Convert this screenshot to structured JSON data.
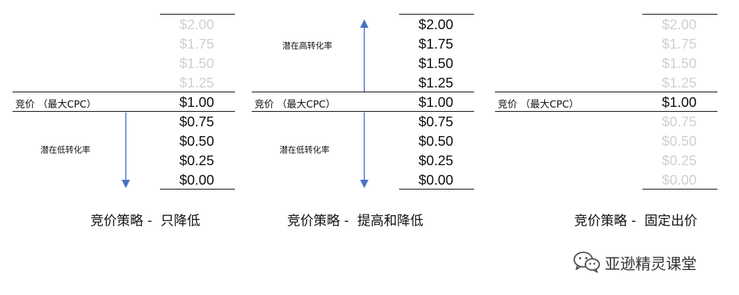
{
  "panels": [
    {
      "bid_label": "竞价 （最大CPC）",
      "prices": [
        {
          "label": "$2.00",
          "dim": true
        },
        {
          "label": "$1.75",
          "dim": true
        },
        {
          "label": "$1.50",
          "dim": true
        },
        {
          "label": "$1.25",
          "dim": true
        },
        {
          "label": "$1.00",
          "dim": false
        },
        {
          "label": "$0.75",
          "dim": false
        },
        {
          "label": "$0.50",
          "dim": false
        },
        {
          "label": "$0.25",
          "dim": false
        },
        {
          "label": "$0.00",
          "dim": false
        }
      ],
      "down_label": "潜在低转化率",
      "up_label": "",
      "caption": "竞价策略 -  只降低"
    },
    {
      "bid_label": "竞价 （最大CPC）",
      "prices": [
        {
          "label": "$2.00",
          "dim": false
        },
        {
          "label": "$1.75",
          "dim": false
        },
        {
          "label": "$1.50",
          "dim": false
        },
        {
          "label": "$1.25",
          "dim": false
        },
        {
          "label": "$1.00",
          "dim": false
        },
        {
          "label": "$0.75",
          "dim": false
        },
        {
          "label": "$0.50",
          "dim": false
        },
        {
          "label": "$0.25",
          "dim": false
        },
        {
          "label": "$0.00",
          "dim": false
        }
      ],
      "down_label": "潜在低转化率",
      "up_label": "潜在高转化率",
      "caption": "竞价策略 -  提高和降低"
    },
    {
      "bid_label": "竞价 （最大CPC）",
      "prices": [
        {
          "label": "$2.00",
          "dim": true
        },
        {
          "label": "$1.75",
          "dim": true
        },
        {
          "label": "$1.50",
          "dim": true
        },
        {
          "label": "$1.25",
          "dim": true
        },
        {
          "label": "$1.00",
          "dim": false
        },
        {
          "label": "$0.75",
          "dim": true
        },
        {
          "label": "$0.50",
          "dim": true
        },
        {
          "label": "$0.25",
          "dim": true
        },
        {
          "label": "$0.00",
          "dim": true
        }
      ],
      "down_label": "",
      "up_label": "",
      "caption": "竞价策略 -  固定出价"
    }
  ],
  "watermark": {
    "text": "亚逊精灵课堂",
    "icon": "wechat-icon"
  },
  "colors": {
    "arrow": "#4472c4",
    "dim_text": "#d0d0d0",
    "line": "#000000"
  }
}
